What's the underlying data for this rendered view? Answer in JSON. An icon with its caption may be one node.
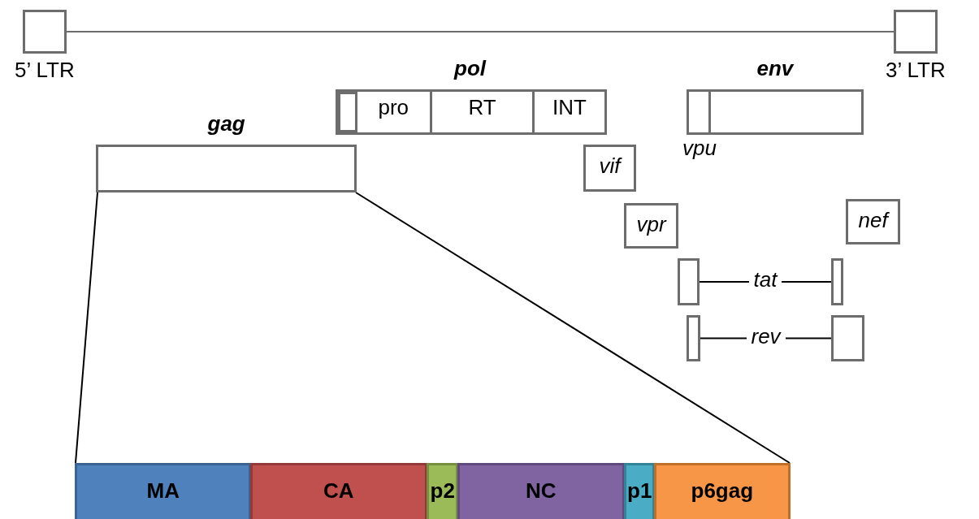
{
  "diagram": {
    "nodes": [
      {
        "text": [
          "5’ LTR"
        ]
      },
      {
        "text": [
          "3’ LTR"
        ]
      },
      {
        "text": [
          "pol"
        ]
      },
      {
        "text": [],
        "shape": "box",
        "in": 2
      },
      {
        "text": [
          "pro"
        ],
        "in": 2
      },
      {
        "text": [
          "RT"
        ],
        "in": 2
      },
      {
        "text": [
          "INT"
        ],
        "in": 2
      },
      {
        "text": [
          "env"
        ]
      },
      {
        "text": [
          "vpu"
        ],
        "in": 7
      },
      {
        "text": [
          "gag"
        ]
      },
      {
        "text": [
          "vif"
        ]
      },
      {
        "text": [
          "vpr"
        ]
      },
      {
        "text": [
          "nef"
        ]
      },
      {
        "text": [],
        "shape": "box"
      },
      {
        "text": [],
        "shape": "box"
      },
      {
        "text": [],
        "shape": "box"
      },
      {
        "text": [],
        "shape": "box"
      },
      {
        "text": [
          "MA"
        ]
      },
      {
        "text": [
          "CA"
        ]
      },
      {
        "text": [
          "p2"
        ]
      },
      {
        "text": [
          "NC"
        ]
      },
      {
        "text": [
          "p1"
        ]
      },
      {
        "text": [
          "p6gag"
        ]
      }
    ],
    "edges": [
      {
        "from": 0,
        "to": 1,
        "arrow": "none",
        "color": "#6d6d6d"
      },
      {
        "from": 13,
        "to": 14,
        "arrow": "none",
        "label": "tat"
      },
      {
        "from": 15,
        "to": 16,
        "arrow": "none",
        "label": "rev"
      },
      {
        "from": 9,
        "to": 17,
        "arrow": "none"
      },
      {
        "from": 9,
        "to": 22,
        "arrow": "none"
      }
    ]
  }
}
